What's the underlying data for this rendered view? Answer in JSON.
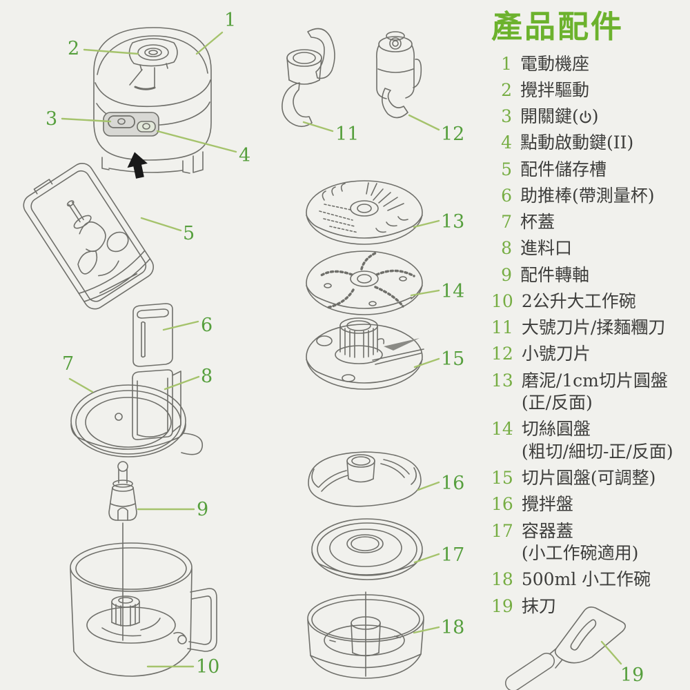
{
  "title": "產品配件",
  "colors": {
    "background": "#f1f1ed",
    "title_green": "#6cb22d",
    "legend_number_green": "#76ad43",
    "callout_green": "#569f3d",
    "leader_green": "#a5c36c",
    "lineart_gray": "#6f6f6a",
    "text_gray": "#3d3d3b"
  },
  "callouts": [
    "1",
    "2",
    "3",
    "4",
    "5",
    "6",
    "7",
    "8",
    "9",
    "10",
    "11",
    "12",
    "13",
    "14",
    "15",
    "16",
    "17",
    "18",
    "19"
  ],
  "legend": {
    "title": "產品配件",
    "items": [
      {
        "num": "1",
        "text": "電動機座"
      },
      {
        "num": "2",
        "text": "攪拌驅動"
      },
      {
        "num": "3",
        "text_pre": "開關鍵(",
        "icon": "power-icon",
        "text_post": ")"
      },
      {
        "num": "4",
        "text": "點動啟動鍵(II)"
      },
      {
        "num": "5",
        "text": "配件儲存槽"
      },
      {
        "num": "6",
        "text": "助推棒(帶測量杯)"
      },
      {
        "num": "7",
        "text": "杯蓋"
      },
      {
        "num": "8",
        "text": "進料口"
      },
      {
        "num": "9",
        "text": "配件轉軸"
      },
      {
        "num": "10",
        "text": "2公升大工作碗"
      },
      {
        "num": "11",
        "text": "大號刀片/揉麵糰刀"
      },
      {
        "num": "12",
        "text": "小號刀片"
      },
      {
        "num": "13",
        "text": "磨泥/1cm切片圓盤",
        "text2": "(正/反面)"
      },
      {
        "num": "14",
        "text": "切絲圓盤",
        "text2": "(粗切/細切-正/反面)"
      },
      {
        "num": "15",
        "text": "切片圓盤(可調整)"
      },
      {
        "num": "16",
        "text": "攪拌盤"
      },
      {
        "num": "17",
        "text": "容器蓋",
        "text2": "(小工作碗適用)"
      },
      {
        "num": "18",
        "text": "500ml 小工作碗"
      },
      {
        "num": "19",
        "text": "抹刀"
      }
    ]
  }
}
